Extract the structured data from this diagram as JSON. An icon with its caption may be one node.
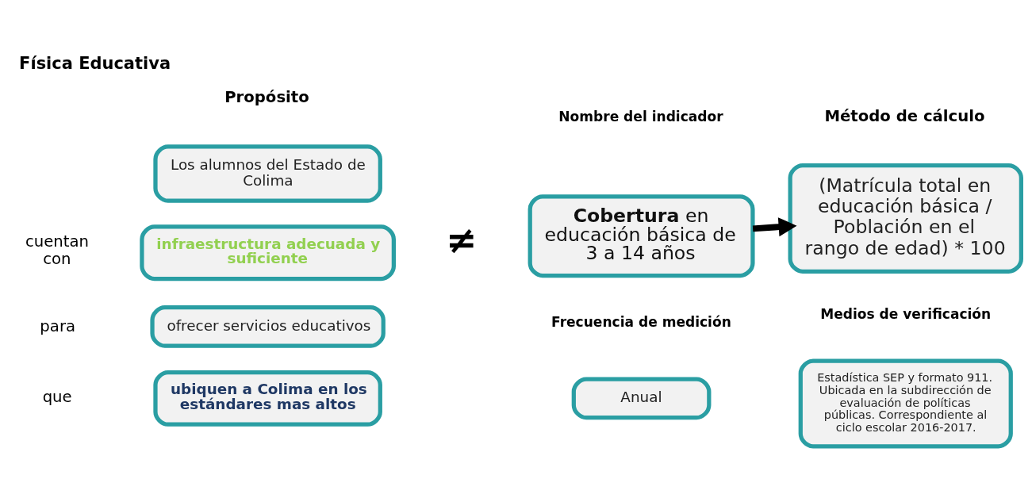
{
  "diagram": {
    "title": "Física Educativa",
    "nodes": [
      {
        "text": [
          "Los alumnos del Estado de Colima"
        ]
      },
      {
        "text": [
          "infraestructura adecuada y suficiente"
        ]
      },
      {
        "text": [
          "ofrecer servicios educativos"
        ]
      },
      {
        "text": [
          "ubiquen a Colima en los estándares mas altos"
        ]
      },
      {
        "text": [
          "**Cobertura** en educación básica de 3 a 14 años"
        ]
      },
      {
        "text": [
          "(Matrícula total en educación básica / Población en el rango de edad) * 100"
        ]
      },
      {
        "text": [
          "Anual"
        ]
      },
      {
        "text": [
          "Estadística SEP y formato 911. Ubicada en la subdirección de evaluación de políticas públicas. Correspondiente al ciclo escolar 2016-2017."
        ]
      }
    ],
    "edges": [
      {
        "from": 4,
        "to": 5,
        "arrow": "to"
      }
    ],
    "labels": [
      "Propósito",
      "Nombre del indicador",
      "Método de cálculo",
      "cuentan con",
      "para",
      "≠",
      "que",
      "Frecuencia de medición",
      "Medios de verificación"
    ]
  }
}
